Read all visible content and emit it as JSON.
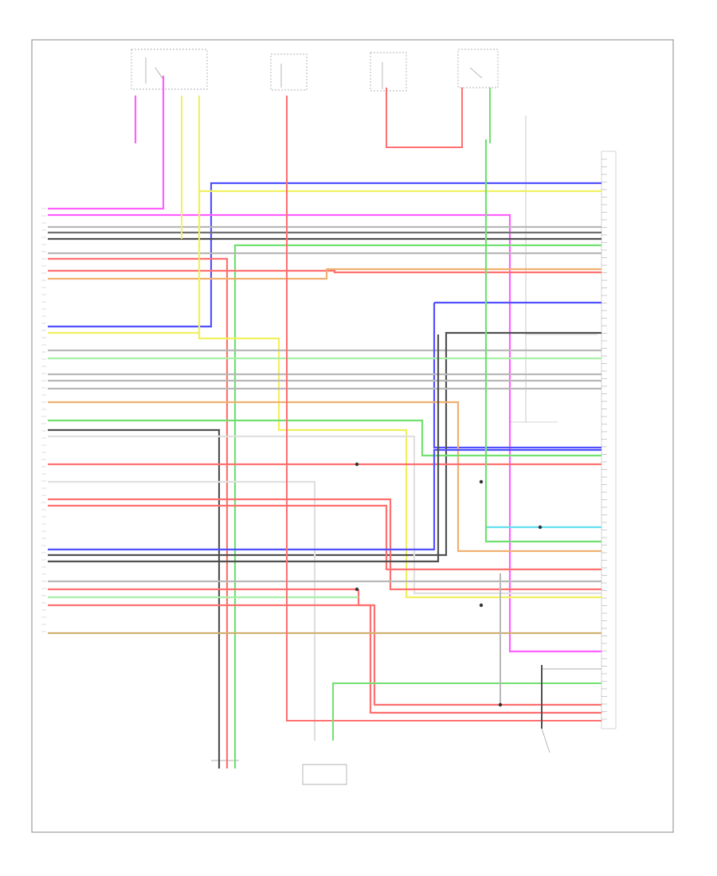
{
  "diagram": {
    "frame_color": "#888888",
    "colors": {
      "red": "#ff7070",
      "pink": "#ff60ff",
      "gray": "#b8b8b8",
      "darkgray": "#707070",
      "black": "#505050",
      "green": "#70e070",
      "lightgreen": "#a8f0a8",
      "yellow": "#f0f060",
      "blue": "#5050ff",
      "orange": "#f0b070",
      "lightblue": "#60e0f0",
      "tan": "#d0b070",
      "pale": "#e0e0e0"
    },
    "wires": [
      {
        "color": "blue"
      },
      {
        "color": "yellow"
      },
      {
        "color": "pink"
      },
      {
        "color": "gray"
      },
      {
        "color": "darkgray"
      },
      {
        "color": "black"
      },
      {
        "color": "green"
      },
      {
        "color": "gray"
      },
      {
        "color": "red"
      },
      {
        "color": "red"
      },
      {
        "color": "orange"
      },
      {
        "color": "pink"
      },
      {
        "color": "yellow"
      },
      {
        "color": "gray"
      },
      {
        "color": "blue"
      },
      {
        "color": "black"
      },
      {
        "color": "gray"
      },
      {
        "color": "lightgreen"
      },
      {
        "color": "gray"
      },
      {
        "color": "gray"
      },
      {
        "color": "orange"
      },
      {
        "color": "green"
      },
      {
        "color": "black"
      },
      {
        "color": "pale"
      },
      {
        "color": "red"
      },
      {
        "color": "pale"
      },
      {
        "color": "red"
      },
      {
        "color": "red"
      },
      {
        "color": "blue"
      },
      {
        "color": "black"
      },
      {
        "color": "gray"
      },
      {
        "color": "red"
      },
      {
        "color": "lightgreen"
      },
      {
        "color": "red"
      },
      {
        "color": "tan"
      },
      {
        "color": "lightblue"
      },
      {
        "color": "green"
      }
    ]
  }
}
